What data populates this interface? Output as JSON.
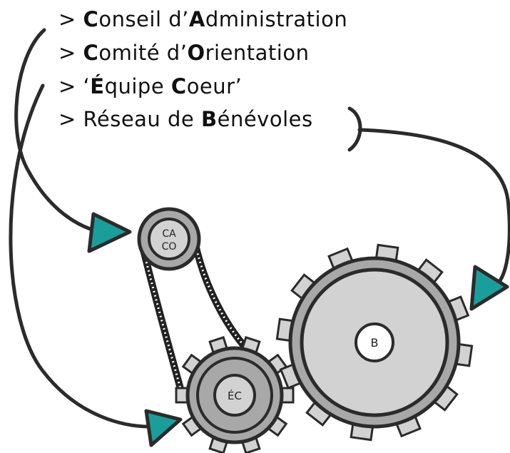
{
  "legend": {
    "items": [
      {
        "segments": [
          {
            "text": "> ",
            "bold": false
          },
          {
            "text": "C",
            "bold": true
          },
          {
            "text": "onseil d’",
            "bold": false
          },
          {
            "text": "A",
            "bold": true
          },
          {
            "text": "dministration",
            "bold": false
          }
        ]
      },
      {
        "segments": [
          {
            "text": "> ",
            "bold": false
          },
          {
            "text": "C",
            "bold": true
          },
          {
            "text": "omité d’",
            "bold": false
          },
          {
            "text": "O",
            "bold": true
          },
          {
            "text": "rientation",
            "bold": false
          }
        ]
      },
      {
        "segments": [
          {
            "text": "> ‘",
            "bold": false
          },
          {
            "text": "É",
            "bold": true
          },
          {
            "text": "quipe ",
            "bold": false
          },
          {
            "text": "C",
            "bold": true
          },
          {
            "text": "oeur’",
            "bold": false
          }
        ]
      },
      {
        "segments": [
          {
            "text": "> Réseau de ",
            "bold": false
          },
          {
            "text": "B",
            "bold": true
          },
          {
            "text": "énévoles",
            "bold": false
          }
        ]
      }
    ]
  },
  "gears": {
    "caco_line1": "CA",
    "caco_line2": "CO",
    "ec_label": "ÉC",
    "b_label": "B"
  },
  "colors": {
    "accent": "#1a9e9c",
    "gear_dark": "#a8a8a8",
    "gear_light": "#d2d2d2",
    "stroke": "#2b2b2b"
  }
}
